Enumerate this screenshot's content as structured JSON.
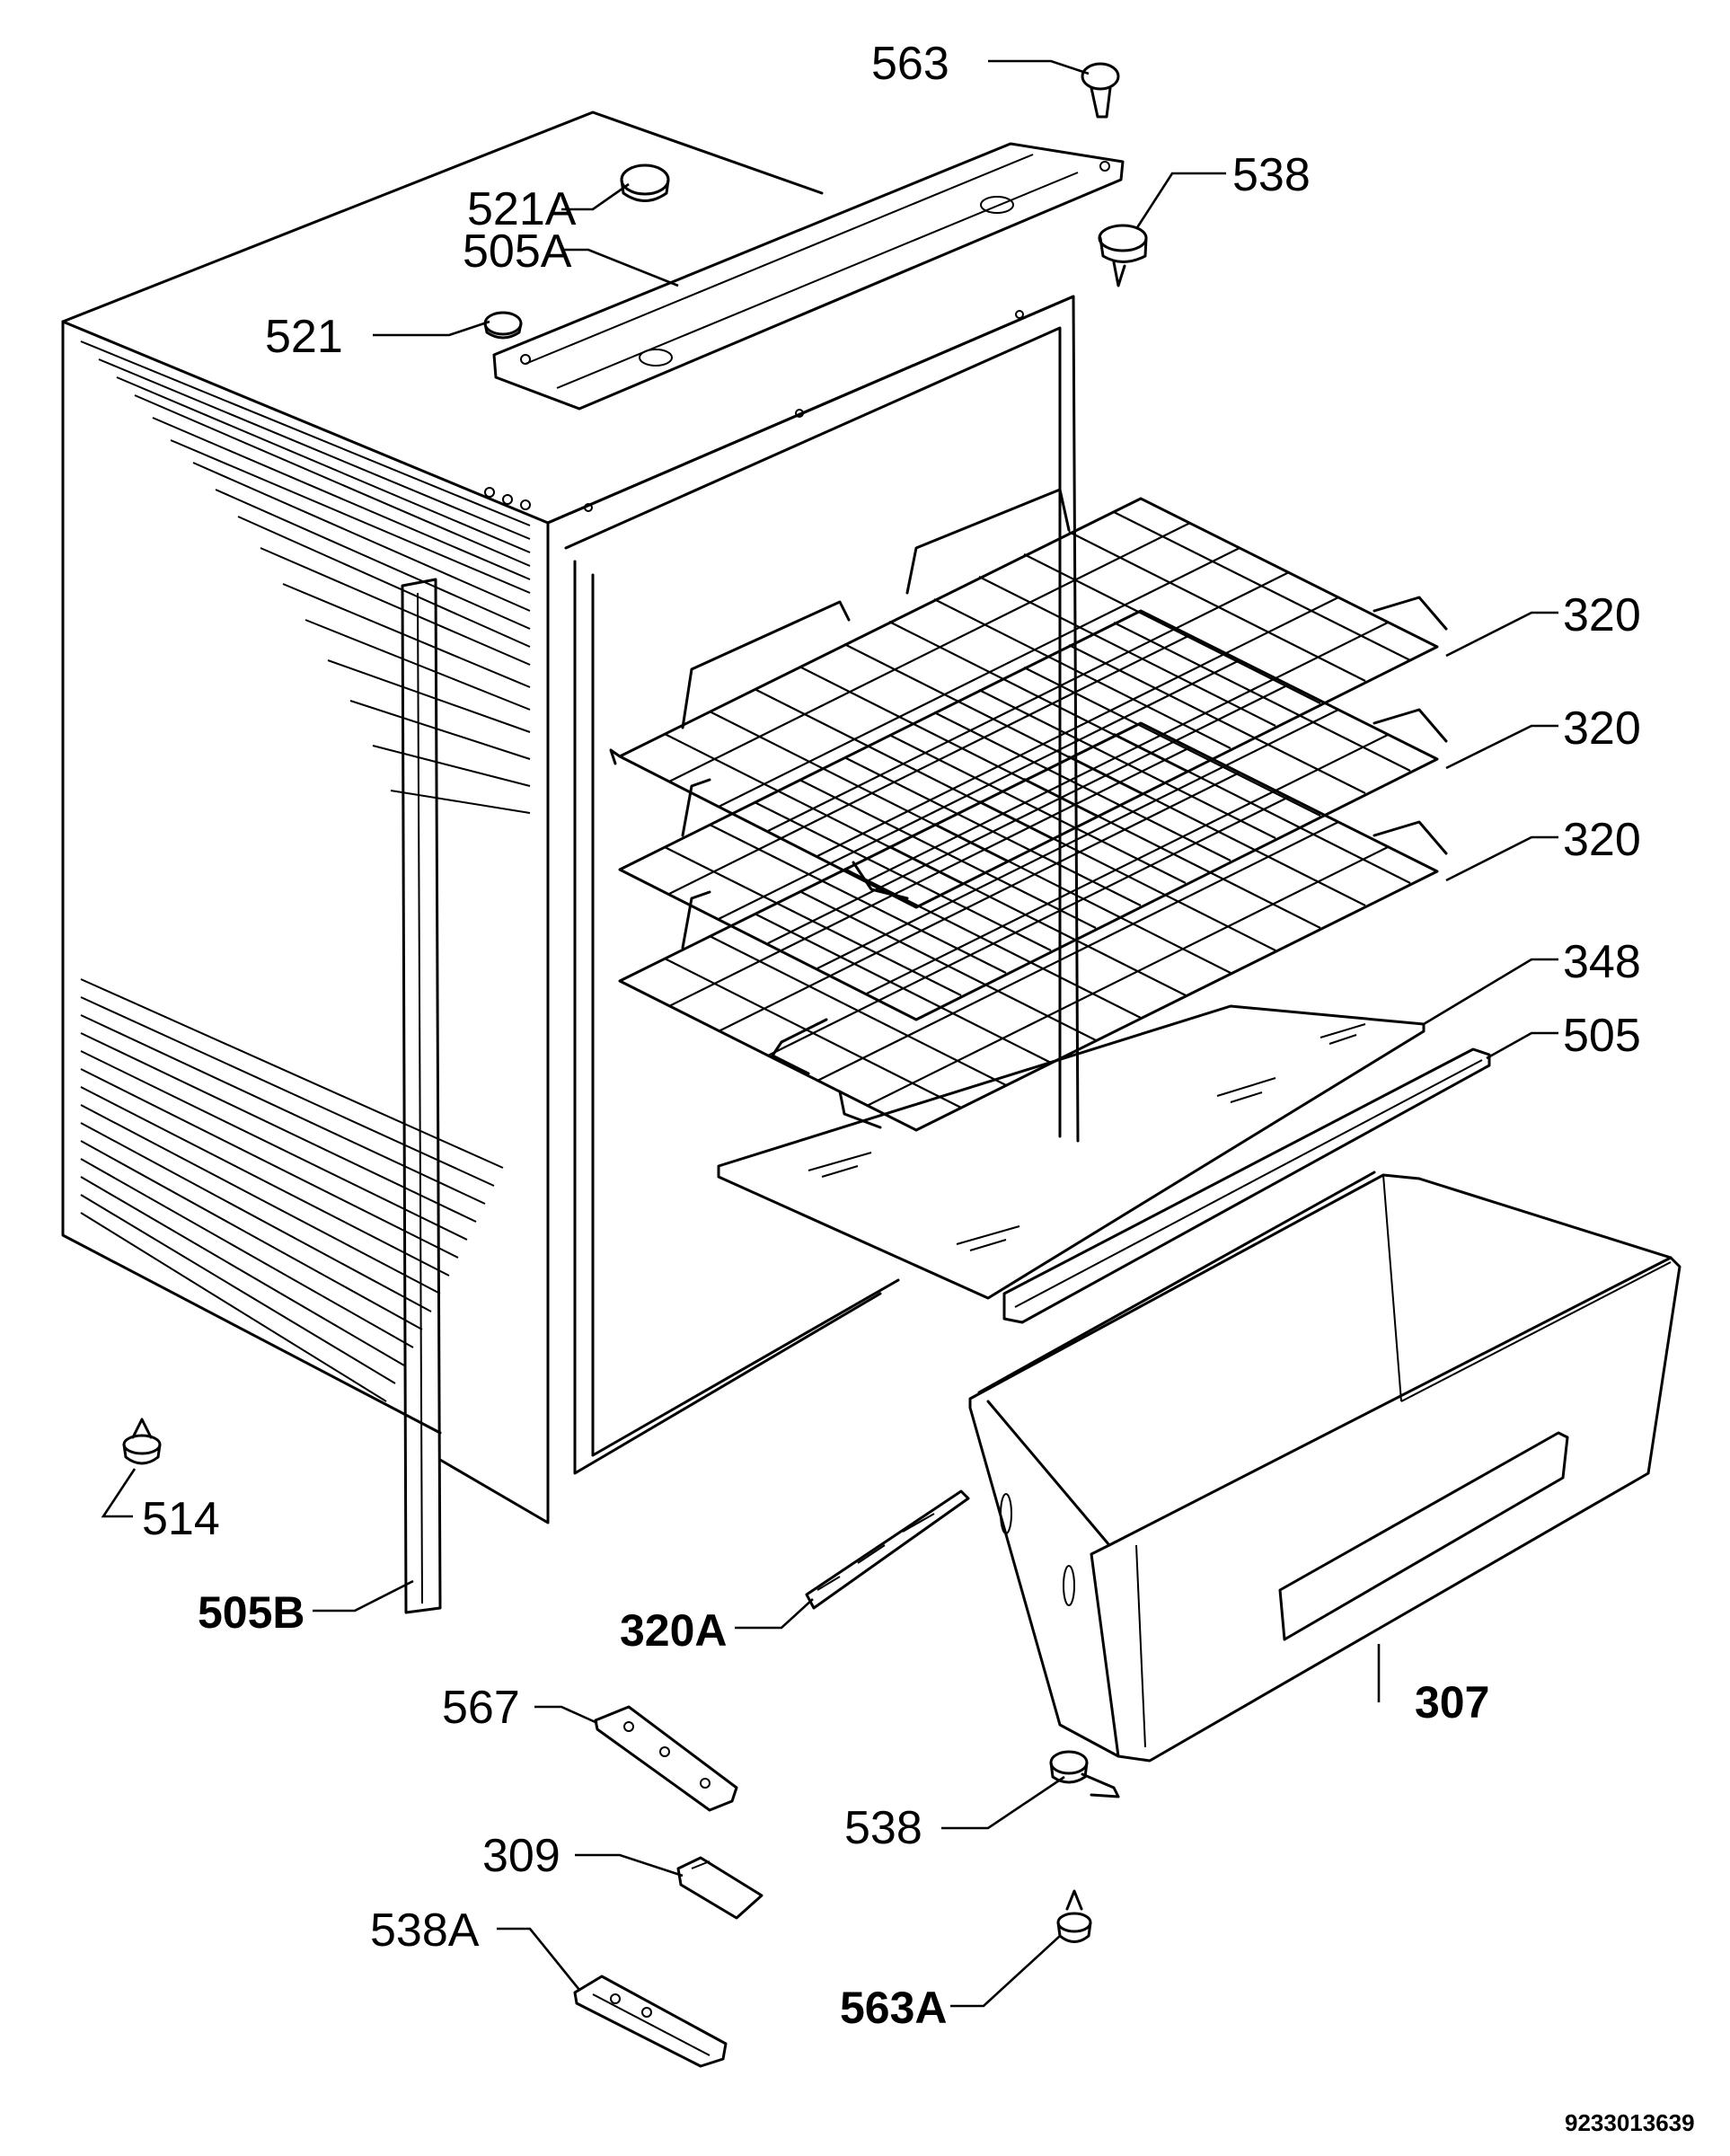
{
  "labels": {
    "l563": "563",
    "l538_top": "538",
    "l521A": "521A",
    "l505A": "505A",
    "l521": "521",
    "l320_1": "320",
    "l320_2": "320",
    "l320_3": "320",
    "l348": "348",
    "l505": "505",
    "l514": "514",
    "l505B": "505B",
    "l320A": "320A",
    "l307": "307",
    "l567": "567",
    "l538_bottom": "538",
    "l309": "309",
    "l538A": "538A",
    "l563A": "563A"
  },
  "document_number": "9233013639"
}
